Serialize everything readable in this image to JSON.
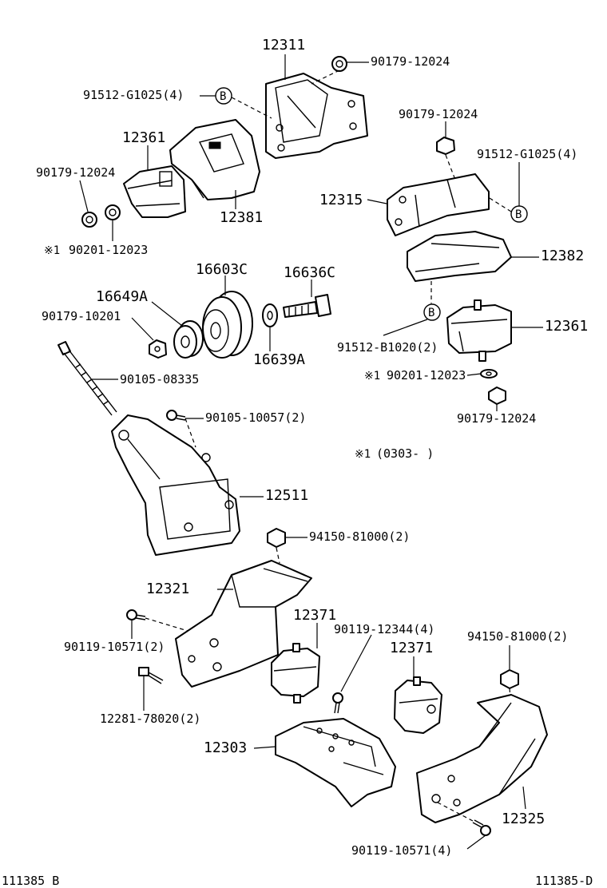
{
  "labels": {
    "p12311": "12311",
    "p90179_top": "90179-12024",
    "p91512_left": "91512-G1025(4)",
    "b_marker": "B",
    "p12361_left": "12361",
    "p90179_left": "90179-12024",
    "p12381": "12381",
    "p90201_left": "90201-12023",
    "asterisk": "※1",
    "p90179_right_top": "90179-12024",
    "p91512_right": "91512-G1025(4)",
    "p12315": "12315",
    "p12382": "12382",
    "p16603c": "16603C",
    "p16636c": "16636C",
    "p16649a": "16649A",
    "p90179_10201": "90179-10201",
    "p16639a": "16639A",
    "p12361_right": "12361",
    "p91512_b": "91512-B1020(2)",
    "p90201_right": "90201-12023",
    "p90179_right_bottom": "90179-12024",
    "p90105_08335": "90105-08335",
    "p90105_10057": "90105-10057(2)",
    "note_range": "(0303-    )",
    "p12511": "12511",
    "p94150_center": "94150-81000(2)",
    "p12321": "12321",
    "p12371_left": "12371",
    "p90119_12344": "90119-12344(4)",
    "p12371_right": "12371",
    "p94150_right": "94150-81000(2)",
    "p90119_10571_left": "90119-10571(2)",
    "p12281": "12281-78020(2)",
    "p12303": "12303",
    "p12325": "12325",
    "p90119_10571_bottom": "90119-10571(4)",
    "ref_left": "111385 B",
    "ref_right": "111385-D"
  }
}
